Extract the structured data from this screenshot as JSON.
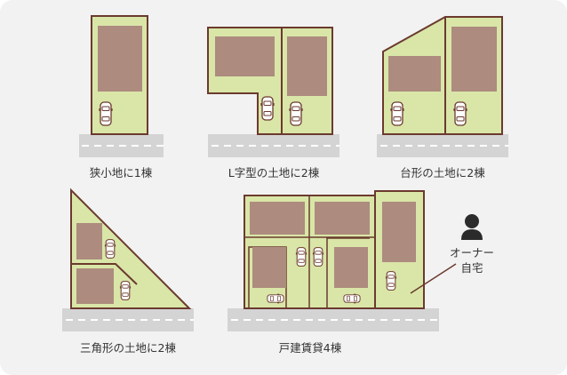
{
  "colors": {
    "background": "#f2f2f2",
    "lot_fill": "#d9e6a8",
    "lot_border": "#6b3a2e",
    "house": "#ad8b7e",
    "road": "#d4d4d4",
    "road_line": "#ffffff",
    "icon": "#2b2b2b"
  },
  "layouts": [
    {
      "id": "narrow",
      "caption": "狭小地に1棟"
    },
    {
      "id": "l-shaped",
      "caption": "L字型の土地に2棟"
    },
    {
      "id": "trapezoid",
      "caption": "台形の土地に2棟"
    },
    {
      "id": "triangle",
      "caption": "三角形の土地に2棟"
    },
    {
      "id": "rental",
      "caption": "戸建賃貸4棟"
    }
  ],
  "owner": {
    "line1": "オーナー",
    "line2": "自宅",
    "icon": "person-icon"
  }
}
